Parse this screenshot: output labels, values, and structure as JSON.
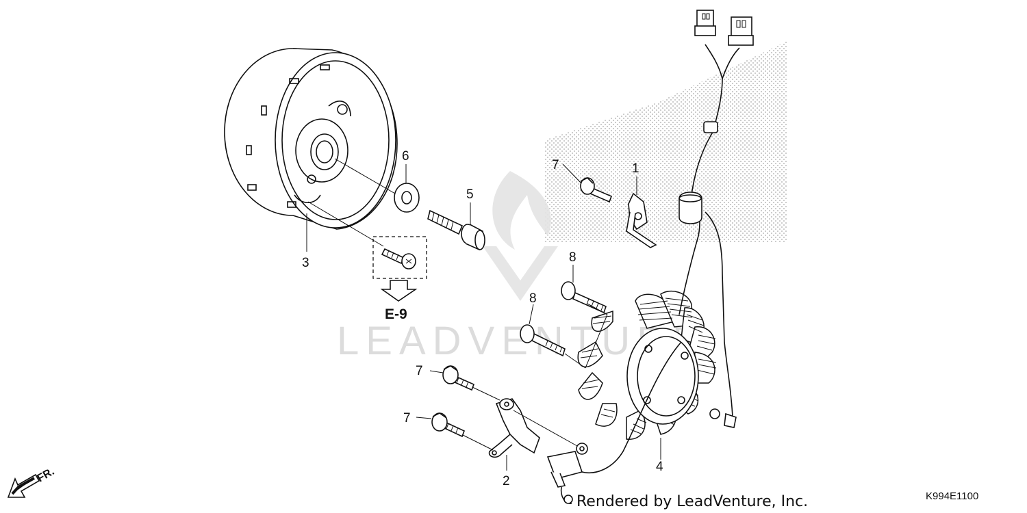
{
  "diagram": {
    "callouts": {
      "c1": "1",
      "c2": "2",
      "c3": "3",
      "c4": "4",
      "c5": "5",
      "c6": "6",
      "c7a": "7",
      "c7b": "7",
      "c7c": "7",
      "c8a": "8",
      "c8b": "8"
    },
    "reference": "E-9",
    "direction_label": "FR.",
    "credit": "Rendered by LeadVenture, Inc.",
    "diagram_id": "K994E1100",
    "watermark": "LEADVENTURE"
  }
}
